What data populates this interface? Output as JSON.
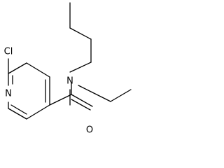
{
  "molecule": {
    "atoms": {
      "cl": "Cl",
      "n_ring": "N",
      "n_amide": "N",
      "o": "O"
    }
  }
}
